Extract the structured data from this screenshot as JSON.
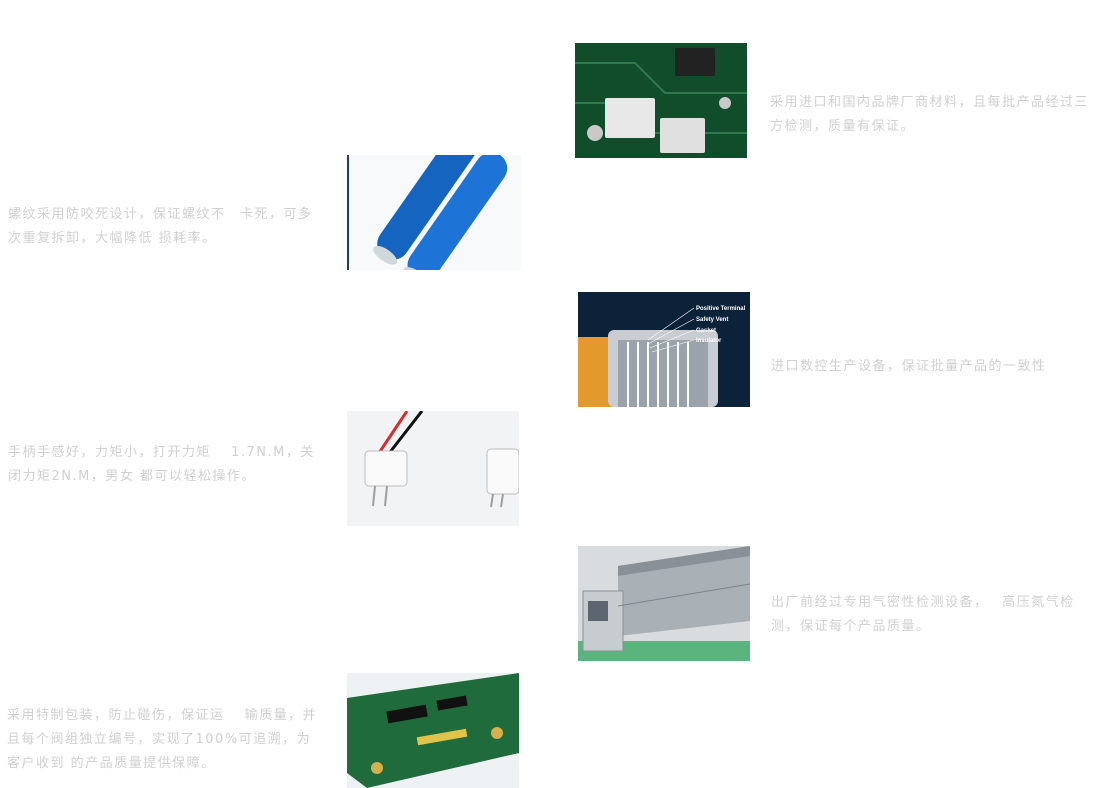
{
  "features": [
    {
      "text": "采用进口和国内品牌厂商材料，且每批产品经过三方检测，质量有保证。",
      "icon": "pcb-components-photo"
    },
    {
      "text": "螺纹采用防咬死设计，保证螺纹不　卡死，可多次重复拆卸，大幅降低 损耗率。",
      "icon": "blue-battery-cells-photo"
    },
    {
      "text": "进口数控生产设备，保证批量产品的一致性",
      "icon": "battery-cross-section-photo",
      "diagram_labels": [
        "Positive Terminal",
        "Safety Vent",
        "Gasket",
        "Insulator"
      ]
    },
    {
      "text": "手柄手感好，力矩小，打开力矩　 1.7N.M，关闭力矩2N.M，男女 都可以轻松操作。",
      "icon": "wire-connector-photo"
    },
    {
      "text": "出厂前经过专用气密性检测设备，　 高压氮气检测，保证每个产品质量。",
      "icon": "production-line-photo"
    },
    {
      "text": "采用特制包装，防止碰伤，保证运　 输质量，并且每个阀组独立编号，实现了100%可追溯，为客户收到 的产品质量提供保障。",
      "icon": "bms-circuit-board-photo"
    }
  ],
  "colors": {
    "text": "#d0d0d0",
    "pcb_green": "#1f6b3c",
    "battery_blue": "#1565c0"
  }
}
